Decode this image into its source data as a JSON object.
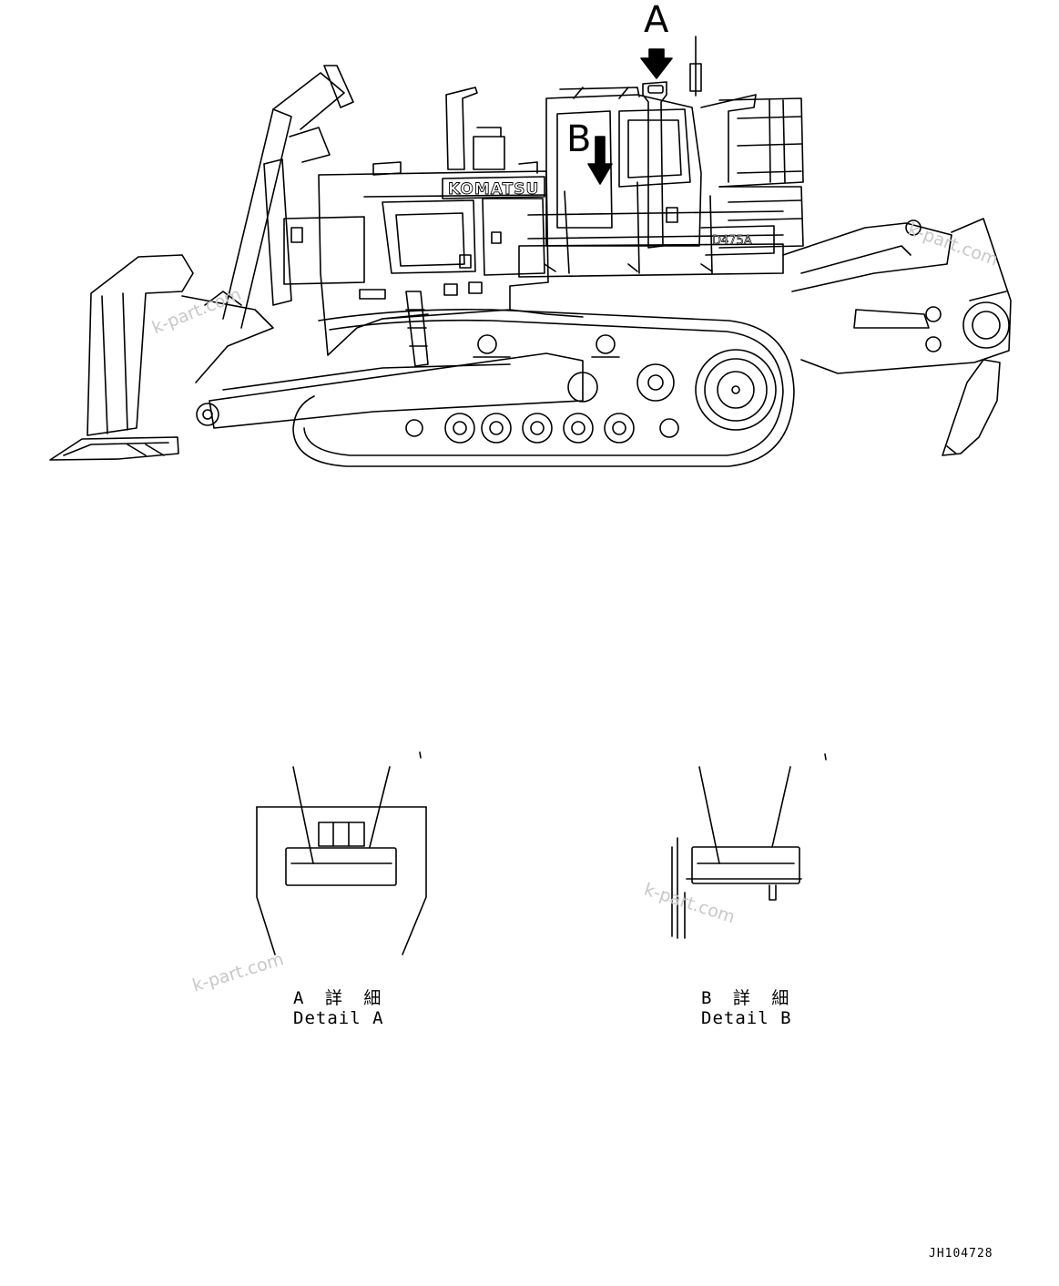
{
  "machine": {
    "brand_text": "KOMATSU",
    "model_text": "D475A"
  },
  "callouts": {
    "a": "A",
    "b": "B"
  },
  "details": {
    "a": {
      "jp": "A 詳 細",
      "en": "Detail A"
    },
    "b": {
      "jp": "B 詳 細",
      "en": "Detail B"
    }
  },
  "watermark": "k-part.com",
  "drawing_code": "JH104728"
}
